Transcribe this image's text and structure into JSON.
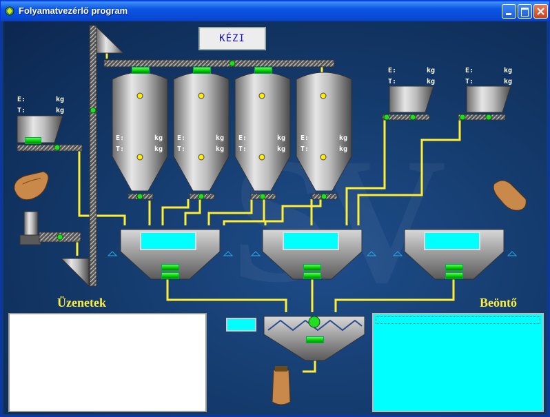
{
  "window": {
    "title": "Folyamatvezérlő program"
  },
  "mode": "KÉZI",
  "panels": {
    "messages_title": "Üzenetek",
    "feeder_title": "Beöntő"
  },
  "weights": {
    "left_hopper": {
      "e": "E:",
      "t": "T:",
      "unit": "kg"
    },
    "silos": [
      {
        "e": "E:",
        "t": "T:",
        "unit": "kg"
      },
      {
        "e": "E:",
        "t": "T:",
        "unit": "kg"
      },
      {
        "e": "E:",
        "t": "T:",
        "unit": "kg"
      },
      {
        "e": "E:",
        "t": "T:",
        "unit": "kg"
      }
    ],
    "right_hoppers": [
      {
        "e": "E:",
        "t": "T:",
        "unit": "kg"
      },
      {
        "e": "E:",
        "t": "T:",
        "unit": "kg"
      }
    ]
  },
  "colors": {
    "pipe": "#ffee33",
    "indicator": "#22dd22",
    "display": "#00ffff",
    "mode_text": "#1010c0",
    "panel_title": "#ffef3a"
  },
  "icons": [
    "app-icon",
    "minimize-icon",
    "maximize-icon",
    "close-icon",
    "sack-icon"
  ]
}
